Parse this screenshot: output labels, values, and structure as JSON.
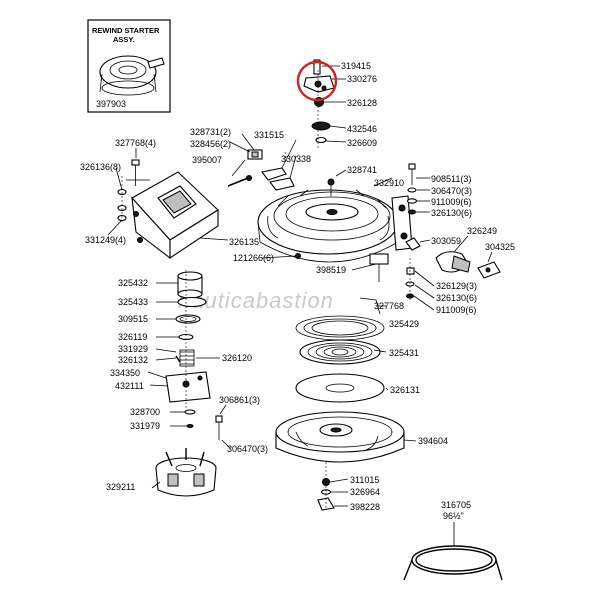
{
  "watermark": "nauticabastion",
  "inset": {
    "title_line1": "REWIND STARTER",
    "title_line2": "ASSY.",
    "part_number": "397903"
  },
  "labels": {
    "p319415": "319415",
    "p330276": "330276",
    "p326128": "326128",
    "p432546": "432546",
    "p326609": "326609",
    "p328731": "328731(2)",
    "p328456": "328456(2)",
    "p331515": "331515",
    "p327768a": "327768(4)",
    "p395007": "395007",
    "p330338": "330338",
    "p328741": "328741",
    "p326136": "326136(8)",
    "p332910": "332910",
    "p908511": "908511(3)",
    "p306470a": "306470(3)",
    "p911009a": "911009(6)",
    "p326130a": "326130(6)",
    "p331249": "331249(4)",
    "p326135": "326135",
    "p326249": "326249",
    "p303059": "303059",
    "p304325": "304325",
    "p121266": "121266(6)",
    "p325432": "325432",
    "p398519": "398519",
    "p326129": "326129(3)",
    "p326130b": "326130(6)",
    "p911009b": "911009(6)",
    "p325433": "325433",
    "p327768b": "327768",
    "p309515": "309515",
    "p325429": "325429",
    "p326119": "326119",
    "p331929": "331929",
    "p326132": "326132",
    "p326120": "326120",
    "p325431": "325431",
    "p334350": "334350",
    "p432111": "432111",
    "p326131": "326131",
    "p328700": "328700",
    "p306861": "306861(3)",
    "p331979": "331979",
    "p394604": "394604",
    "p306470b": "306470(3)",
    "p329211": "329211",
    "p311015": "311015",
    "p326964": "326964",
    "p398228": "398228",
    "p316705": "316705",
    "p316705_len": "96½\""
  }
}
